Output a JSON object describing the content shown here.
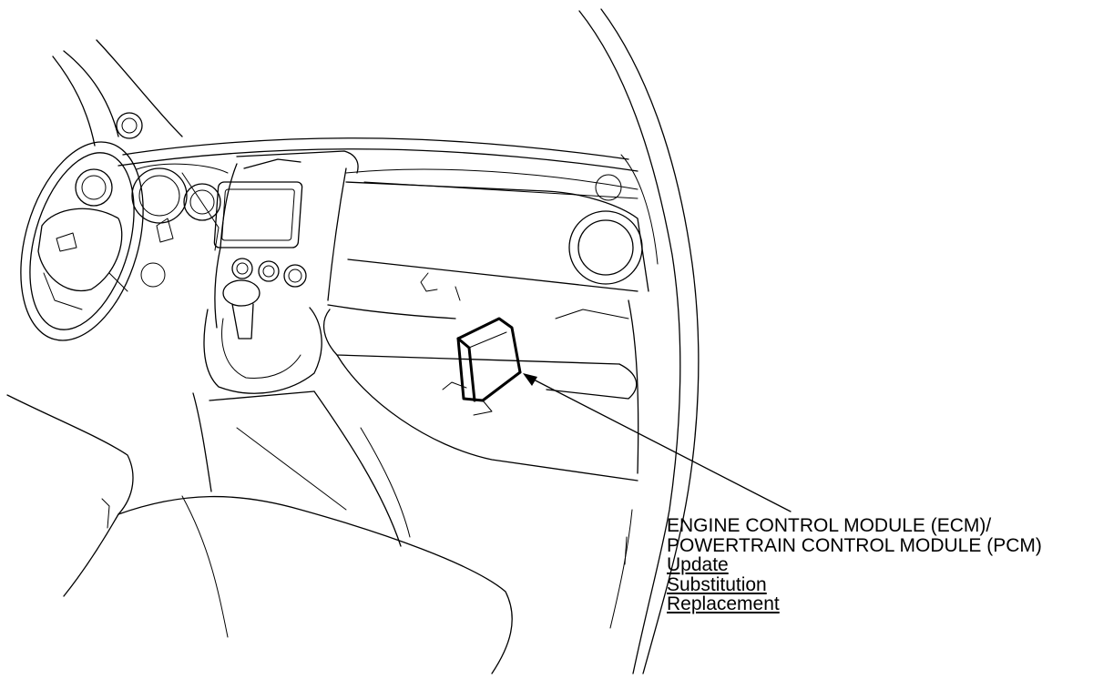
{
  "callout": {
    "component_line1": "ENGINE CONTROL MODULE (ECM)/",
    "component_line2": "POWERTRAIN CONTROL MODULE (PCM)",
    "links": [
      "Update",
      "Substitution",
      "Replacement"
    ]
  }
}
